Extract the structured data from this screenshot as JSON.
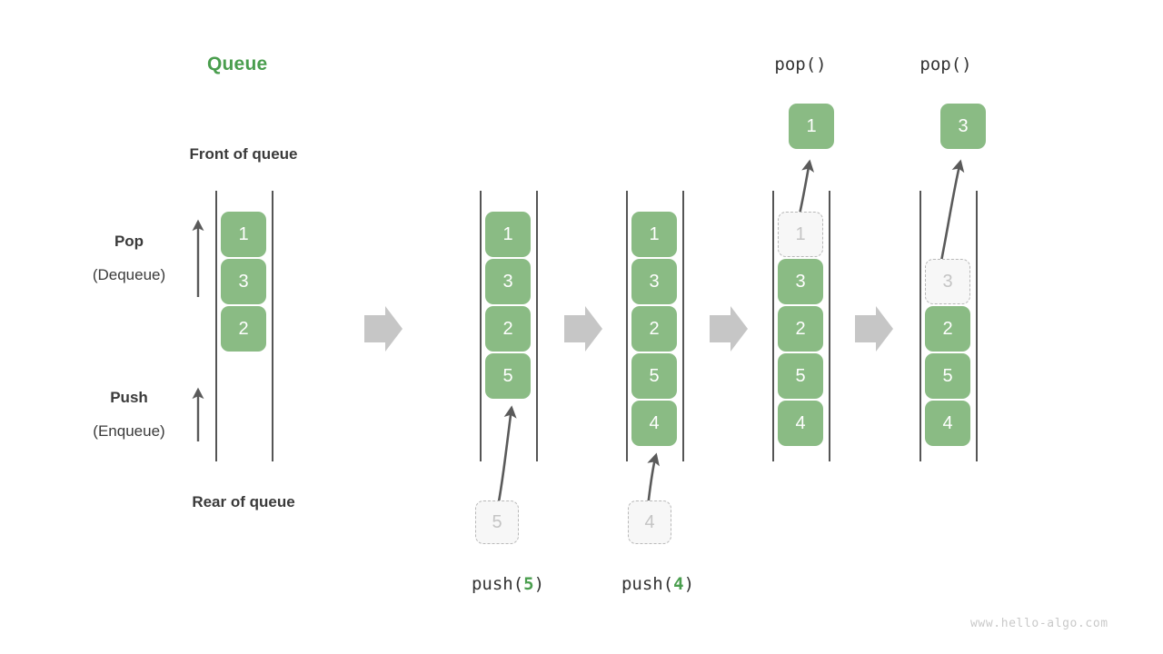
{
  "title": "Queue",
  "labels": {
    "front_of_queue": "Front of queue",
    "rear_of_queue": "Rear of queue",
    "pop_label": "Pop",
    "pop_sub": "(Dequeue)",
    "push_label": "Push",
    "push_sub": "(Enqueue)"
  },
  "watermark": "www.hello-algo.com",
  "colors": {
    "brand_green": "#4a9e4e",
    "box_green": "#8ABB84",
    "ghost_fill": "#f7f7f7",
    "ghost_border": "#b9b9b9",
    "rail": "#555555",
    "arrow_gray": "#c6c6c6",
    "thin_arrow": "#5a5a5a",
    "text": "#3a3a3a"
  },
  "columns": [
    {
      "id": "initial",
      "caption": "",
      "caption_arg": "",
      "op_label": "",
      "items": [
        "1",
        "3",
        "2"
      ],
      "ghost_index": -1,
      "incoming": null,
      "popped": null
    },
    {
      "id": "push-5",
      "caption": "push(",
      "caption_arg": "5",
      "caption_tail": ")",
      "op_label": "",
      "items": [
        "1",
        "3",
        "2",
        "5"
      ],
      "ghost_index": -1,
      "incoming": "5",
      "popped": null
    },
    {
      "id": "push-4",
      "caption": "push(",
      "caption_arg": "4",
      "caption_tail": ")",
      "op_label": "",
      "items": [
        "1",
        "3",
        "2",
        "5",
        "4"
      ],
      "ghost_index": -1,
      "incoming": "4",
      "popped": null
    },
    {
      "id": "pop-1",
      "caption": "",
      "caption_arg": "",
      "op_label": "pop()",
      "items": [
        "1",
        "3",
        "2",
        "5",
        "4"
      ],
      "ghost_index": 0,
      "incoming": null,
      "popped": "1"
    },
    {
      "id": "pop-3",
      "caption": "",
      "caption_arg": "",
      "op_label": "pop()",
      "items": [
        "3",
        "2",
        "5",
        "4"
      ],
      "ghost_index": 0,
      "incoming": null,
      "popped": "3"
    }
  ],
  "transition_arrows": 4,
  "op_labels": {
    "pop_1": "pop()",
    "pop_2": "pop()"
  },
  "captions": {
    "push_5_pre": "push(",
    "push_5_arg": "5",
    "push_5_post": ")",
    "push_4_pre": "push(",
    "push_4_arg": "4",
    "push_4_post": ")"
  },
  "boxes": {
    "c1": [
      "1",
      "3",
      "2"
    ],
    "c2": [
      "1",
      "3",
      "2",
      "5"
    ],
    "c3": [
      "1",
      "3",
      "2",
      "5",
      "4"
    ],
    "c4": [
      "1",
      "3",
      "2",
      "5",
      "4"
    ],
    "c5": [
      "3",
      "2",
      "5",
      "4"
    ],
    "ghost_push_5": "5",
    "ghost_push_4": "4",
    "popped_1": "1",
    "popped_3": "3"
  }
}
